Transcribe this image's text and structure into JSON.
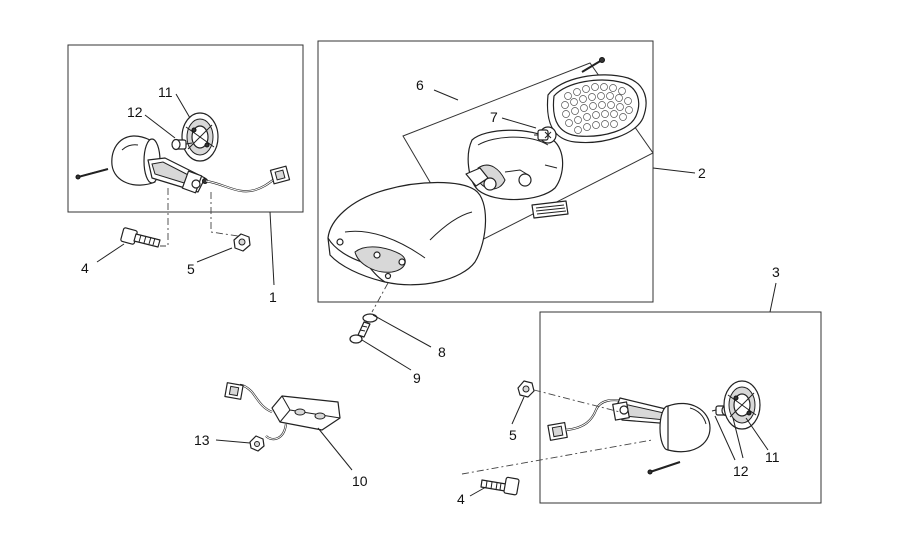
{
  "callouts": {
    "c1": "1",
    "c2": "2",
    "c3": "3",
    "c4a": "4",
    "c4b": "4",
    "c5a": "5",
    "c5b": "5",
    "c6": "6",
    "c7": "7",
    "c8": "8",
    "c9": "9",
    "c10": "10",
    "c11a": "11",
    "c11b": "11",
    "c12a": "12",
    "c12b": "12",
    "c13": "13"
  }
}
